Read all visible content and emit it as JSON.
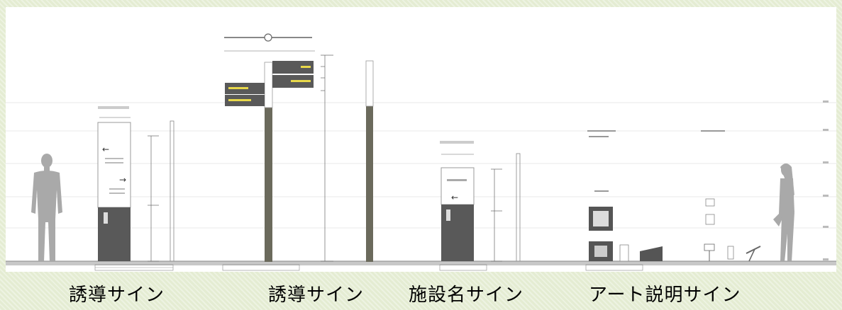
{
  "captions": {
    "guide_sign_1": "誘導サイン",
    "guide_sign_2": "誘導サイン",
    "facility_sign": "施設名サイン",
    "art_sign": "アート説明サイン"
  },
  "colors": {
    "background": "#e4ecd2",
    "sign_dark": "#5a5a5a",
    "pole": "#6b6a5c",
    "human": "#aaaaaa",
    "sign_text_yellow": "#e8d84a"
  },
  "icons": {
    "arrow_left": "←",
    "arrow_right": "→"
  }
}
